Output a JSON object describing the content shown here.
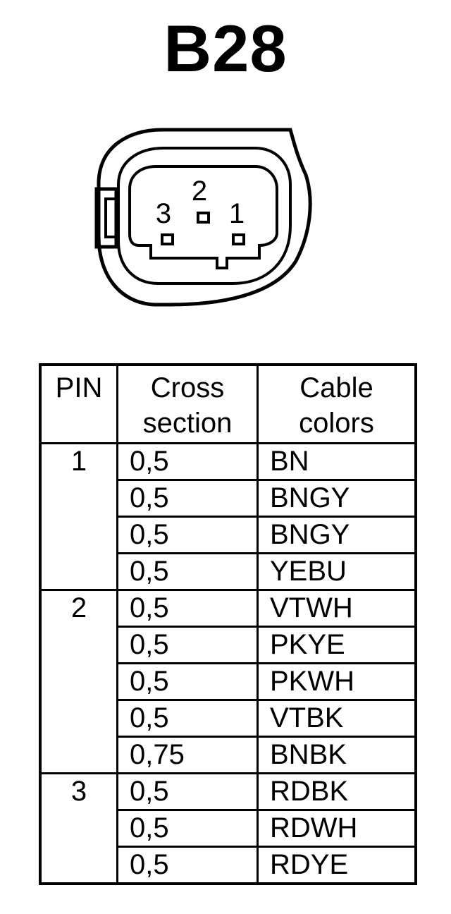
{
  "title": "B28",
  "connector": {
    "pin_labels": [
      "1",
      "2",
      "3"
    ]
  },
  "table": {
    "headers": {
      "pin": "PIN",
      "cross_section": [
        "Cross",
        "section"
      ],
      "cable_colors": [
        "Cable",
        "colors"
      ]
    },
    "groups": [
      {
        "pin": "1",
        "rows": [
          {
            "cross_section": "0,5",
            "color": "BN"
          },
          {
            "cross_section": "0,5",
            "color": "BNGY"
          },
          {
            "cross_section": "0,5",
            "color": "BNGY"
          },
          {
            "cross_section": "0,5",
            "color": "YEBU"
          }
        ]
      },
      {
        "pin": "2",
        "rows": [
          {
            "cross_section": "0,5",
            "color": "VTWH"
          },
          {
            "cross_section": "0,5",
            "color": "PKYE"
          },
          {
            "cross_section": "0,5",
            "color": "PKWH"
          },
          {
            "cross_section": "0,5",
            "color": "VTBK"
          },
          {
            "cross_section": "0,75",
            "color": "BNBK"
          }
        ]
      },
      {
        "pin": "3",
        "rows": [
          {
            "cross_section": "0,5",
            "color": "RDBK"
          },
          {
            "cross_section": "0,5",
            "color": "RDWH"
          },
          {
            "cross_section": "0,5",
            "color": "RDYE"
          }
        ]
      }
    ]
  }
}
